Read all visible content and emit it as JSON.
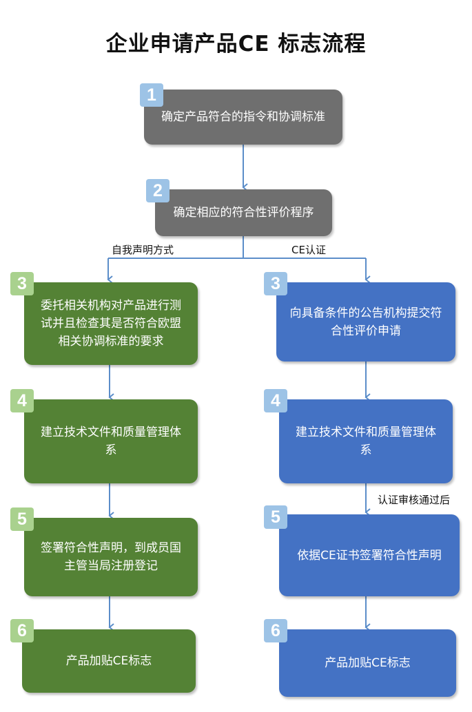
{
  "title": "企业申请产品CE 标志流程",
  "colors": {
    "gray": "#6f6f6f",
    "green": "#548235",
    "blue": "#4472c4",
    "arrow": "#5b8dc9"
  },
  "steps": {
    "s1": {
      "num": "1",
      "text": "确定产品符合的指令和协调标准"
    },
    "s2": {
      "num": "2",
      "text": "确定相应的符合性评价程序"
    }
  },
  "branches": {
    "left_label": "自我声明方式",
    "right_label": "CE认证",
    "right_note": "认证审核通过后"
  },
  "left": [
    {
      "num": "3",
      "text": "委托相关机构对产品进行测试并且检查其是否符合欧盟相关协调标准的要求"
    },
    {
      "num": "4",
      "text": "建立技术文件和质量管理体系"
    },
    {
      "num": "5",
      "text": "签署符合性声明，到成员国主管当局注册登记"
    },
    {
      "num": "6",
      "text": "产品加贴CE标志"
    }
  ],
  "right": [
    {
      "num": "3",
      "text": "向具备条件的公告机构提交符合性评价申请"
    },
    {
      "num": "4",
      "text": "建立技术文件和质量管理体系"
    },
    {
      "num": "5",
      "text": "依据CE证书签署符合性声明"
    },
    {
      "num": "6",
      "text": "产品加贴CE标志"
    }
  ]
}
